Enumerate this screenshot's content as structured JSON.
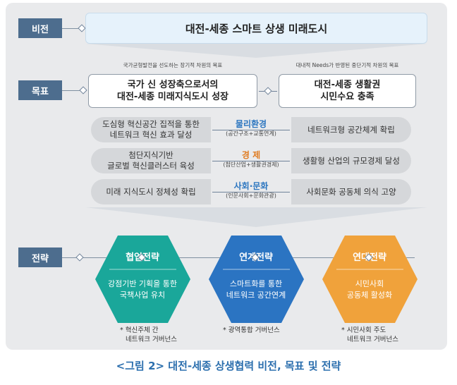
{
  "sections": {
    "vision": "비전",
    "goal": "목표",
    "strategy": "전략"
  },
  "vision": "대전-세종 스마트 상생 미래도시",
  "goals": [
    {
      "note": "국가균형발전을 선도하는 장기적 차원의 목표",
      "line1": "국가 신 성장축으로서의",
      "line2": "대전-세종 미래지식도시 성장"
    },
    {
      "note": "대내적 Needs가 반영된 중단기적 차원의 목표",
      "line1": "대전-세종 생활권",
      "line2": "시민수요 충족"
    }
  ],
  "pillars": [
    {
      "left1": "도심형 혁신공간 집적을 통한",
      "left2": "네트워크 혁신 효과 달성",
      "title": "물리환경",
      "sub": "(공간구조+교통연계)",
      "right": "네트워크형 공간체계 확립",
      "color": "#2c76c0"
    },
    {
      "left1": "첨단지식기반",
      "left2": "글로벌 혁신클러스터 육성",
      "title": "경 제",
      "sub": "(첨단산업+생활권경제)",
      "right": "생활형 산업의 규모경제 달성",
      "color": "#e07c22"
    },
    {
      "left1": "미래 지식도시 정체성 확립",
      "left2": "",
      "title": "사회·문화",
      "sub": "(인문사회+문화관광)",
      "right": "사회문화 공동체 의식 고양",
      "color": "#2c76c0"
    }
  ],
  "strategies": [
    {
      "title": "협업전략",
      "body1": "강점기반 기획을 통한",
      "body2": "국책사업 유치",
      "note1": "* 혁신주체 간",
      "note2": "네트워크 거버넌스",
      "color": "#1aa79a"
    },
    {
      "title": "연계전략",
      "body1": "스마트화를 통한",
      "body2": "네트워크 공간연계",
      "note1": "* 광역통합 거버넌스",
      "note2": "",
      "color": "#2b74c2"
    },
    {
      "title": "연대전략",
      "body1": "시민사회",
      "body2": "공동체 활성화",
      "note1": "* 시민사회 주도",
      "note2": "네트워크 거버넌스",
      "color": "#f0a23b"
    }
  ],
  "caption": "<그림 2> 대전-세종 상생협력 비전, 목표 및 전략"
}
